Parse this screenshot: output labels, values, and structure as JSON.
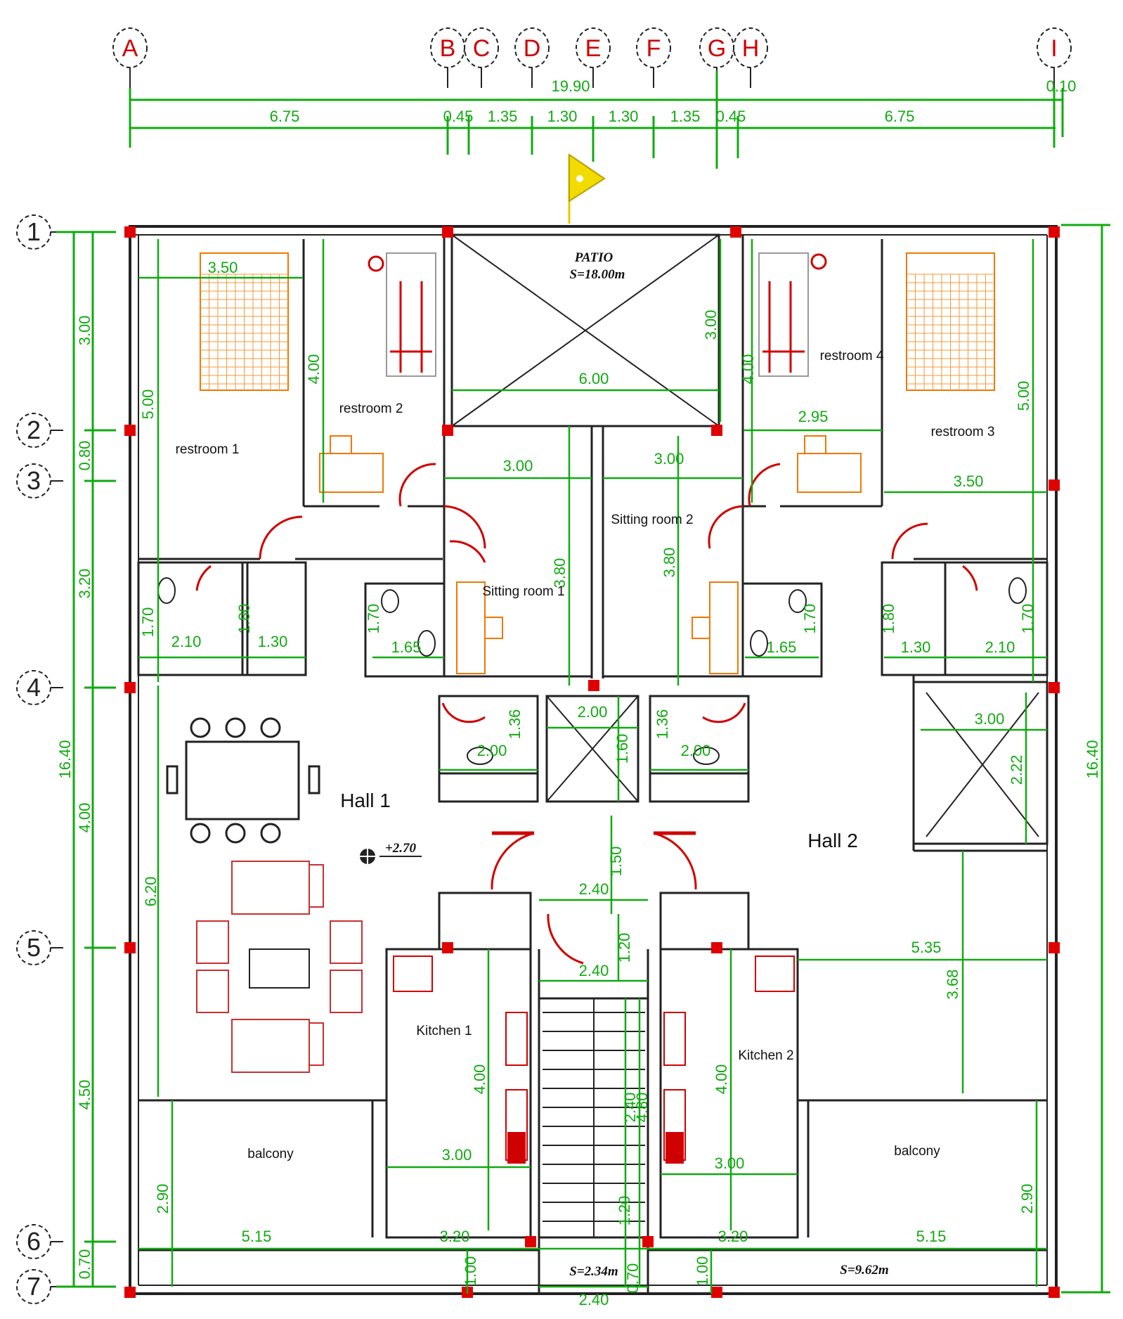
{
  "grid_columns": [
    "A",
    "B",
    "C",
    "D",
    "E",
    "F",
    "G",
    "H",
    "I"
  ],
  "grid_rows": [
    "1",
    "2",
    "3",
    "4",
    "5",
    "6",
    "7"
  ],
  "top_dims": {
    "total": "19.90",
    "end": "0.10",
    "segments": [
      "6.75",
      "0.45",
      "1.35",
      "1.30",
      "1.30",
      "1.35",
      "0.45",
      "6.75"
    ]
  },
  "left_dims": {
    "total": "16.40",
    "segments": [
      "3.00",
      "0.80",
      "3.20",
      "4.00",
      "4.50",
      "0.70"
    ]
  },
  "right_dims": {
    "total": "16.40"
  },
  "rooms": {
    "patio": "PATIO",
    "patio_area": "S=18.00m",
    "restroom1": "restroom 1",
    "restroom2": "restroom 2",
    "restroom3": "restroom 3",
    "restroom4": "restroom 4",
    "sitting1": "Sitting room 1",
    "sitting2": "Sitting room 2",
    "hall1": "Hall 1",
    "hall2": "Hall 2",
    "kitchen1": "Kitchen 1",
    "kitchen2": "Kitchen 2",
    "balcony1": "balcony",
    "balcony2": "balcony",
    "area_stair": "S=2.34m",
    "area_balcony": "S=9.62m",
    "level": "+2.70"
  },
  "inner_dims": {
    "r1_width": "3.50",
    "r1_height": "5.00",
    "r2_height": "4.00",
    "patio_width": "6.00",
    "patio_height": "3.00",
    "r4_height": "4.00",
    "r4_width": "2.95",
    "r3_height": "5.00",
    "r3_width": "3.50",
    "sit1_width": "3.00",
    "sit2_width": "3.00",
    "sit1_height": "3.80",
    "sit2_height": "3.80",
    "bath1_w": "2.10",
    "bath1_h": "1.70",
    "shaft1_w": "1.30",
    "shaft1_h": "1.80",
    "bath2_w": "1.65",
    "bath2_h": "1.70",
    "bath3_w": "1.65",
    "bath3_h": "1.70",
    "shaft2_w": "1.30",
    "shaft2_h": "1.80",
    "bath4_w": "2.10",
    "bath4_h": "1.70",
    "wc1_w": "2.00",
    "wc1_h": "1.36",
    "wc2_w": "2.00",
    "wc2_h": "1.36",
    "lift_w": "2.00",
    "lift_h": "1.60",
    "shaft3_w": "3.00",
    "shaft3_h": "2.22",
    "lobby_h": "1.50",
    "lobby_w": "2.40",
    "stair_w": "2.40",
    "stair_h1": "1.20",
    "stair_h2": "2.40",
    "stair_h3": "4.80",
    "stair_h4": "1.20",
    "hall1_h": "6.20",
    "hall2_w": "5.35",
    "hall2_h": "3.68",
    "k1_h": "4.00",
    "k1_w": "3.00",
    "k2_h": "4.00",
    "k2_w": "3.00",
    "bal1_w": "5.15",
    "bal1_h": "2.90",
    "bal2_w": "5.15",
    "bal2_h": "2.90",
    "k1_bottom": "3.20",
    "k2_bottom": "3.20",
    "bottom_stair_w": "2.40",
    "bottom_left_h": "1.00",
    "bottom_right_h": "1.00",
    "bottom_mid_h": "0.70"
  }
}
